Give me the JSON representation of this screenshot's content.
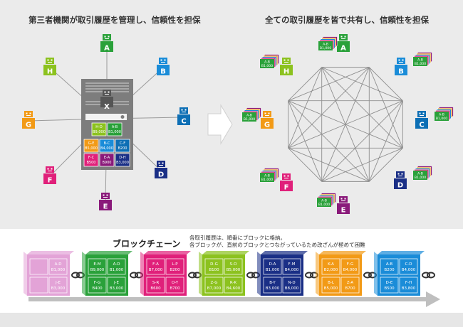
{
  "left_title": "第三者機関が取引履歴を管理し、信頼性を担保",
  "right_title": "全ての取引履歴を皆で共有し、信頼性を担保",
  "center_node": "X",
  "nodes": [
    {
      "id": "A",
      "color": "#2aa13a"
    },
    {
      "id": "B",
      "color": "#1a8cd8"
    },
    {
      "id": "C",
      "color": "#0d6fb5"
    },
    {
      "id": "D",
      "color": "#1a2f86"
    },
    {
      "id": "E",
      "color": "#8a1a7a"
    },
    {
      "id": "F",
      "color": "#e0207a"
    },
    {
      "id": "G",
      "color": "#f29a16"
    },
    {
      "id": "H",
      "color": "#8cc21f"
    }
  ],
  "ledger_cells": [
    {
      "line1": "H-D",
      "line2": "B9,000",
      "color": "#8cc21f"
    },
    {
      "line1": "A-B",
      "line2": "B1,000",
      "color": "#2aa13a"
    },
    {
      "line1": "G-E",
      "line2": "B5,000",
      "color": "#f29a16"
    },
    {
      "line1": "B-C",
      "line2": "B4,000",
      "color": "#1a8cd8"
    },
    {
      "line1": "C-F",
      "line2": "B200",
      "color": "#0d6fb5"
    },
    {
      "line1": "F-C",
      "line2": "B500",
      "color": "#e0207a"
    },
    {
      "line1": "E-A",
      "line2": "B900",
      "color": "#8a1a7a"
    },
    {
      "line1": "D-H",
      "line2": "B3,000",
      "color": "#1a2f86"
    }
  ],
  "shared_record": {
    "line1": "A-B",
    "line2": "B1,000"
  },
  "blockchain": {
    "title": "ブロックチェーン",
    "desc_line1": "各取引履歴は、順番にブロックに格納。",
    "desc_line2": "各ブロックが、直前のブロックとつながっているため改ざんが極めて困難",
    "blocks": [
      {
        "color": "#e3a3d7",
        "cells": [
          [
            "",
            ""
          ],
          [
            "A-D",
            "B1,000"
          ],
          [
            "",
            ""
          ],
          [
            "J-E",
            "B3,000"
          ]
        ]
      },
      {
        "color": "#2aa13a",
        "cells": [
          [
            "E-M",
            "B9,000"
          ],
          [
            "A-D",
            "B1,000"
          ],
          [
            "F-G",
            "B400"
          ],
          [
            "J-E",
            "B3,000"
          ]
        ]
      },
      {
        "color": "#e0207a",
        "cells": [
          [
            "F-A",
            "B7,000"
          ],
          [
            "L-P",
            "B200"
          ],
          [
            "S-R",
            "B600"
          ],
          [
            "O-Y",
            "B700"
          ]
        ]
      },
      {
        "color": "#8cc21f",
        "cells": [
          [
            "D-G",
            "B100"
          ],
          [
            "S-O",
            "B5,000"
          ],
          [
            "Z-G",
            "B7,000"
          ],
          [
            "R-K",
            "B4,600"
          ]
        ]
      },
      {
        "color": "#1a2f86",
        "cells": [
          [
            "D-A",
            "B1,000"
          ],
          [
            "F-M",
            "B4,000"
          ],
          [
            "B-Y",
            "B3,000"
          ],
          [
            "N-D",
            "B8,000"
          ]
        ]
      },
      {
        "color": "#f29a16",
        "cells": [
          [
            "K-A",
            "B2,000"
          ],
          [
            "F-G",
            "B4,000"
          ],
          [
            "B-L",
            "B5,000"
          ],
          [
            "Z-A",
            "B700"
          ]
        ]
      },
      {
        "color": "#1a8cd8",
        "cells": [
          [
            "A-B",
            "B200"
          ],
          [
            "C-D",
            "B4,000"
          ],
          [
            "D-E",
            "B500"
          ],
          [
            "F-H",
            "B3,800"
          ]
        ]
      }
    ]
  }
}
